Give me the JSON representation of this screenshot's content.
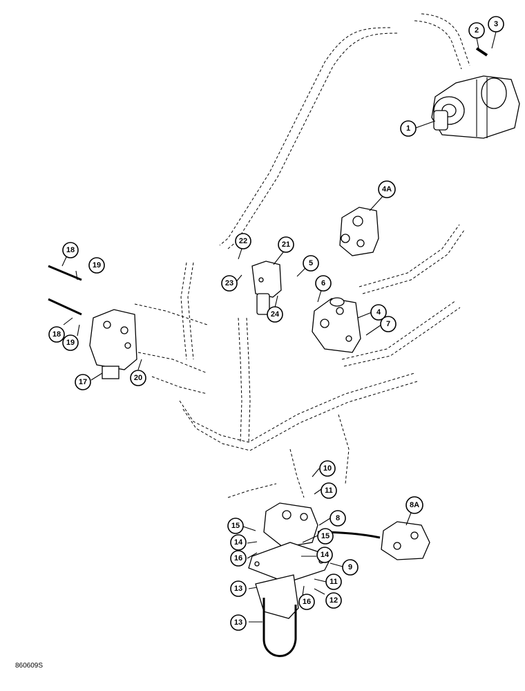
{
  "diagram": {
    "reference_code": "860609S",
    "callouts": [
      "1",
      "2",
      "3",
      "4A",
      "5",
      "6",
      "4",
      "7",
      "18",
      "19",
      "22",
      "21",
      "23",
      "24",
      "18",
      "19",
      "17",
      "20",
      "10",
      "11",
      "8A",
      "15",
      "8",
      "14",
      "15",
      "16",
      "14",
      "9",
      "11",
      "13",
      "16",
      "12",
      "13"
    ]
  }
}
